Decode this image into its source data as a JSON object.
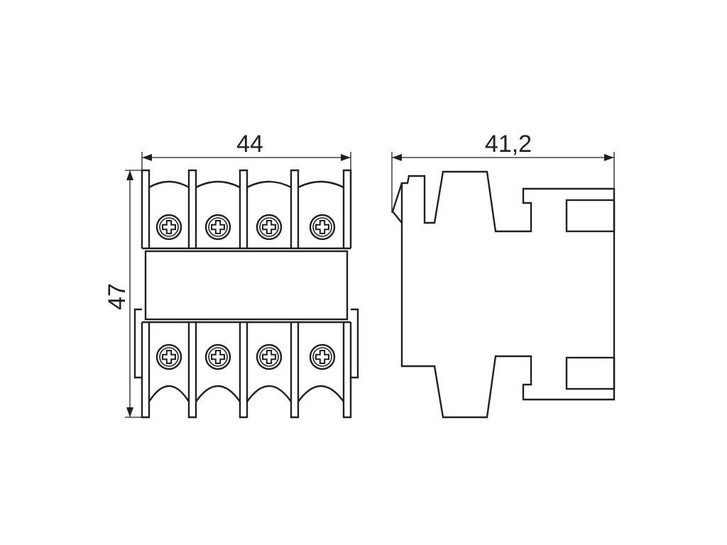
{
  "dimensions": {
    "width": "44",
    "height": "47",
    "depth": "41,2"
  },
  "colors": {
    "line": "#231f20",
    "background": "#ffffff"
  }
}
